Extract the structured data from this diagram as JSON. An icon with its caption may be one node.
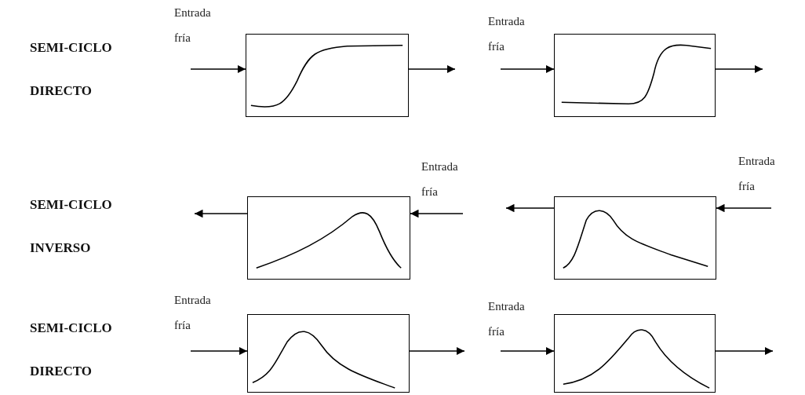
{
  "diagram": {
    "nodes": [
      {
        "text": [],
        "shape": "box",
        "beside": [
          "Entrada fría"
        ]
      },
      {
        "text": [],
        "shape": "box",
        "beside": [
          "Entrada fría"
        ]
      },
      {
        "text": [],
        "shape": "box",
        "beside": [
          "Entrada fría"
        ]
      },
      {
        "text": [],
        "shape": "box",
        "beside": [
          "Entrada fría"
        ]
      },
      {
        "text": [],
        "shape": "box",
        "beside": [
          "Entrada fría"
        ]
      },
      {
        "text": [],
        "shape": "box",
        "beside": [
          "Entrada fría"
        ]
      }
    ],
    "edges": [
      {
        "from": null,
        "to": 0,
        "arrow": "to"
      },
      {
        "from": 0,
        "to": null,
        "arrow": "to"
      },
      {
        "from": null,
        "to": 1,
        "arrow": "to"
      },
      {
        "from": 1,
        "to": null,
        "arrow": "to"
      },
      {
        "from": null,
        "to": 2,
        "arrow": "to"
      },
      {
        "from": 2,
        "to": null,
        "arrow": "to"
      },
      {
        "from": null,
        "to": 3,
        "arrow": "to"
      },
      {
        "from": 3,
        "to": null,
        "arrow": "to"
      },
      {
        "from": null,
        "to": 4,
        "arrow": "to"
      },
      {
        "from": 4,
        "to": null,
        "arrow": "to"
      },
      {
        "from": null,
        "to": 5,
        "arrow": "to"
      },
      {
        "from": 5,
        "to": null,
        "arrow": "to"
      }
    ],
    "labels": [
      "SEMI-CICLO DIRECTO",
      "SEMI-CICLO INVERSO",
      "SEMI-CICLO DIRECTO"
    ]
  }
}
